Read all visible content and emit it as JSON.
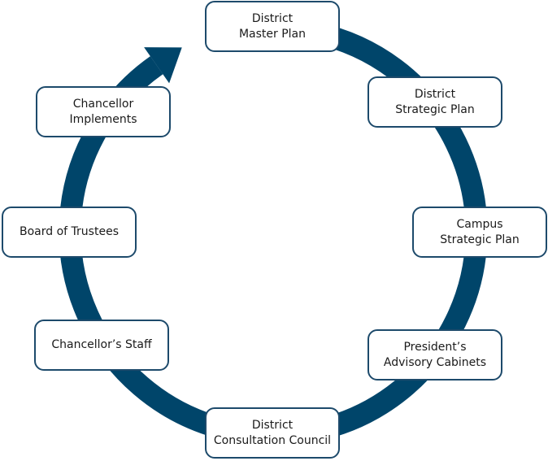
{
  "diagram": {
    "type": "cycle",
    "direction": "clockwise",
    "ring_color": "#00456a",
    "box_border_color": "#1d4a6b",
    "box_fill_color": "#ffffff",
    "text_color": "#1a1a1a",
    "nodes": [
      {
        "id": "master",
        "label": "District\nMaster Plan"
      },
      {
        "id": "dstrat",
        "label": "District\nStrategic Plan"
      },
      {
        "id": "cstrat",
        "label": "Campus\nStrategic Plan"
      },
      {
        "id": "pres",
        "label": "President’s\nAdvisory Cabinets"
      },
      {
        "id": "council",
        "label": "District\nConsultation Council"
      },
      {
        "id": "cstaff",
        "label": "Chancellor’s Staff"
      },
      {
        "id": "board",
        "label": "Board of Trustees"
      },
      {
        "id": "implement",
        "label": "Chancellor\nImplements"
      }
    ],
    "arrow": {
      "from": "Chancellor Implements",
      "to": "District Master Plan",
      "icon": "arrowhead-icon"
    }
  }
}
